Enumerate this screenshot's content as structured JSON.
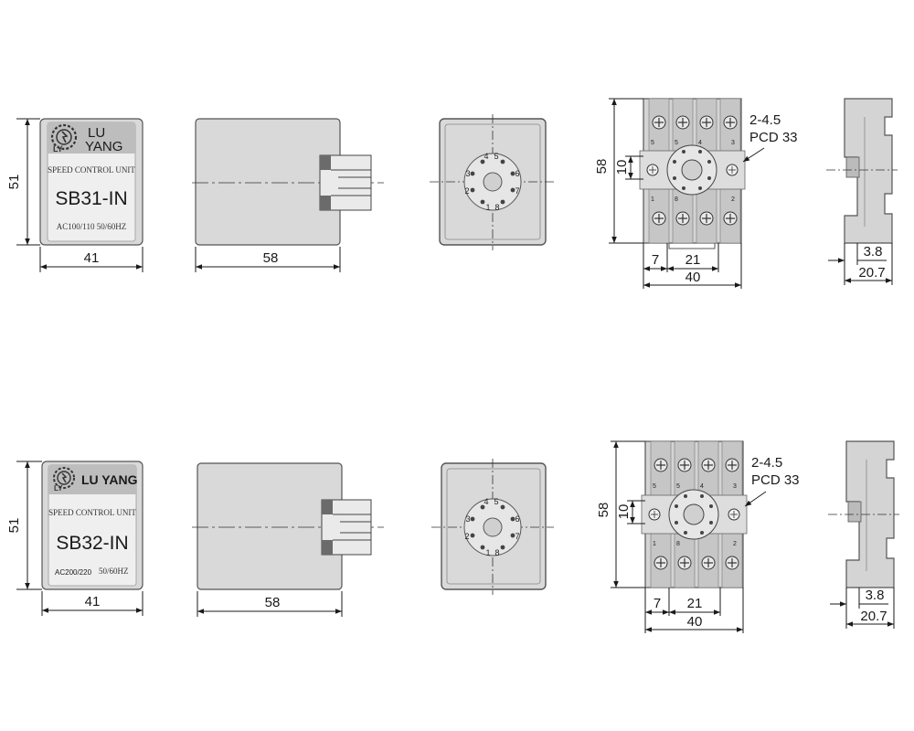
{
  "colors": {
    "body": "#d6d6d6",
    "body_edge": "#555555",
    "label_bg": "#eeeeee",
    "header_bg": "#bdbdbd",
    "terminal_dark": "#6b6b6b",
    "line": "#1a1a1a"
  },
  "rows": [
    {
      "brand_lines": [
        "LU",
        "YANG"
      ],
      "unit_text": "SPEED CONTROL UNIT",
      "model": "SB31-IN",
      "rating": "AC100/110 50/60HZ",
      "width_label": "41",
      "height_label": "51",
      "depth_label": "58",
      "pins": [
        "1",
        "2",
        "3",
        "4",
        "5",
        "6",
        "7",
        "8"
      ],
      "base": {
        "hole_label": "2-4.5",
        "pcd_label": "PCD 33",
        "height_label": "58",
        "offset_label": "10",
        "left_label": "7",
        "center_label": "21",
        "width_label": "40"
      },
      "side": {
        "small_label": "3.8",
        "width_label": "20.7"
      }
    },
    {
      "brand_lines": [
        "LU YANG"
      ],
      "unit_text": "SPEED CONTROL UNIT",
      "model": "SB32-IN",
      "rating_left": "AC200/220",
      "rating_right": "50/60HZ",
      "width_label": "41",
      "height_label": "51",
      "depth_label": "58",
      "pins": [
        "1",
        "2",
        "3",
        "4",
        "5",
        "6",
        "7",
        "8"
      ],
      "base": {
        "hole_label": "2-4.5",
        "pcd_label": "PCD 33",
        "height_label": "58",
        "offset_label": "10",
        "left_label": "7",
        "center_label": "21",
        "width_label": "40"
      },
      "side": {
        "small_label": "3.8",
        "width_label": "20.7"
      }
    }
  ]
}
